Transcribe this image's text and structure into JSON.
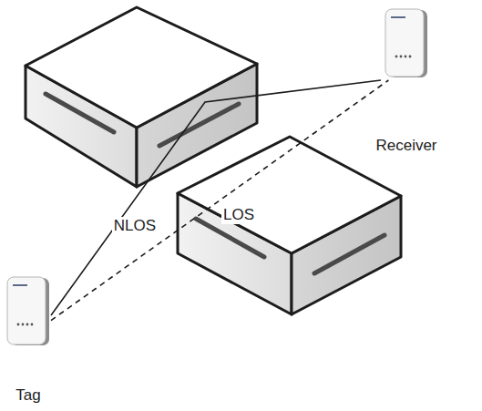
{
  "diagram": {
    "nodes": [
      {
        "text": [
          "Receiver"
        ]
      },
      {
        "text": [
          "Tag"
        ]
      }
    ],
    "edges": [
      {
        "from": 1,
        "to": 0,
        "arrow": "none",
        "label": "NLOS"
      },
      {
        "from": 1,
        "to": 0,
        "arrow": "none",
        "label": "LOS"
      }
    ]
  }
}
